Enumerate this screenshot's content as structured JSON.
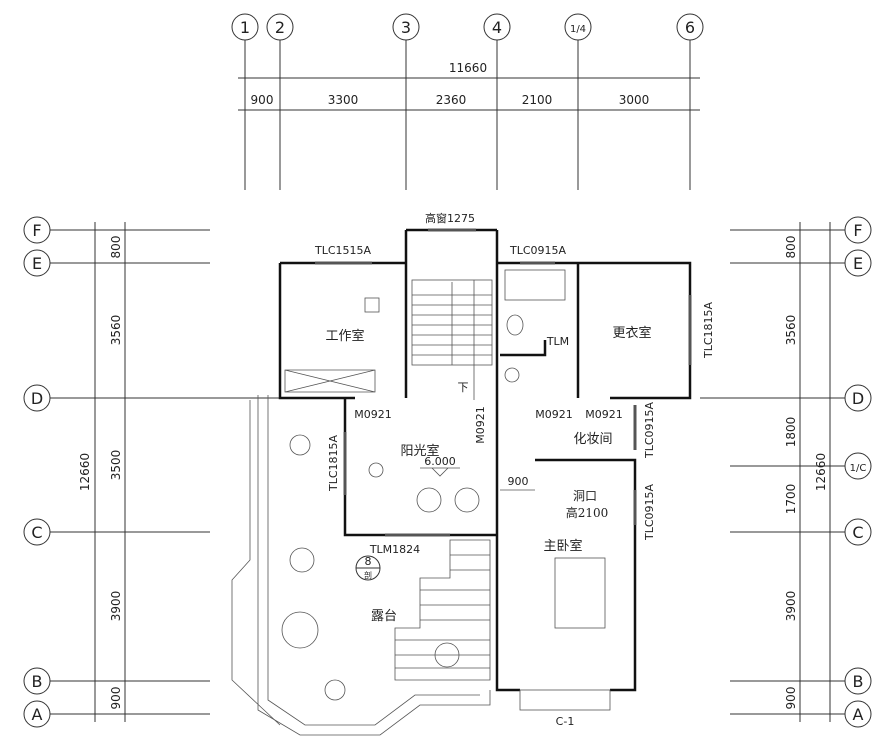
{
  "axes_top": [
    "1",
    "2",
    "3",
    "4",
    "1/4",
    "6"
  ],
  "axes_side": [
    "F",
    "E",
    "D",
    "1/C",
    "C",
    "B",
    "A"
  ],
  "top_dims": {
    "total": "11660",
    "segments": [
      "900",
      "3300",
      "2360",
      "2100",
      "3000"
    ]
  },
  "left_dims": {
    "total": "12660",
    "segments": [
      "800",
      "3560",
      "3500",
      "3900",
      "900"
    ]
  },
  "right_dims": {
    "total": "12660",
    "segments": [
      "800",
      "3560",
      "1800",
      "1700",
      "3900",
      "900"
    ]
  },
  "rooms": {
    "study": "工作室",
    "dressing": "更衣室",
    "sunroom": "阳光室",
    "vanity": "化妆间",
    "master": "主卧室",
    "terrace": "露台"
  },
  "labels": {
    "top_window": "高窗1275",
    "win_study": "TLC1515A",
    "win_bath": "TLC0915A",
    "win_dressing": "TLC1815A",
    "door_tlm": "TLM",
    "door_sun": "M0921",
    "door_stair": "M0921",
    "door_vanity1": "M0921",
    "door_vanity2": "M0921",
    "win_vanity": "TLC0915A",
    "win_master": "TLC0915A",
    "win_sun": "TLC1815A",
    "door_terrace": "TLM1824",
    "stair_down": "下",
    "elevation": "6.000",
    "opening_width": "900",
    "opening": "洞口",
    "opening_height": "高2100",
    "bay_window": "C-1",
    "section_no": "8",
    "section_sub": "剖"
  }
}
